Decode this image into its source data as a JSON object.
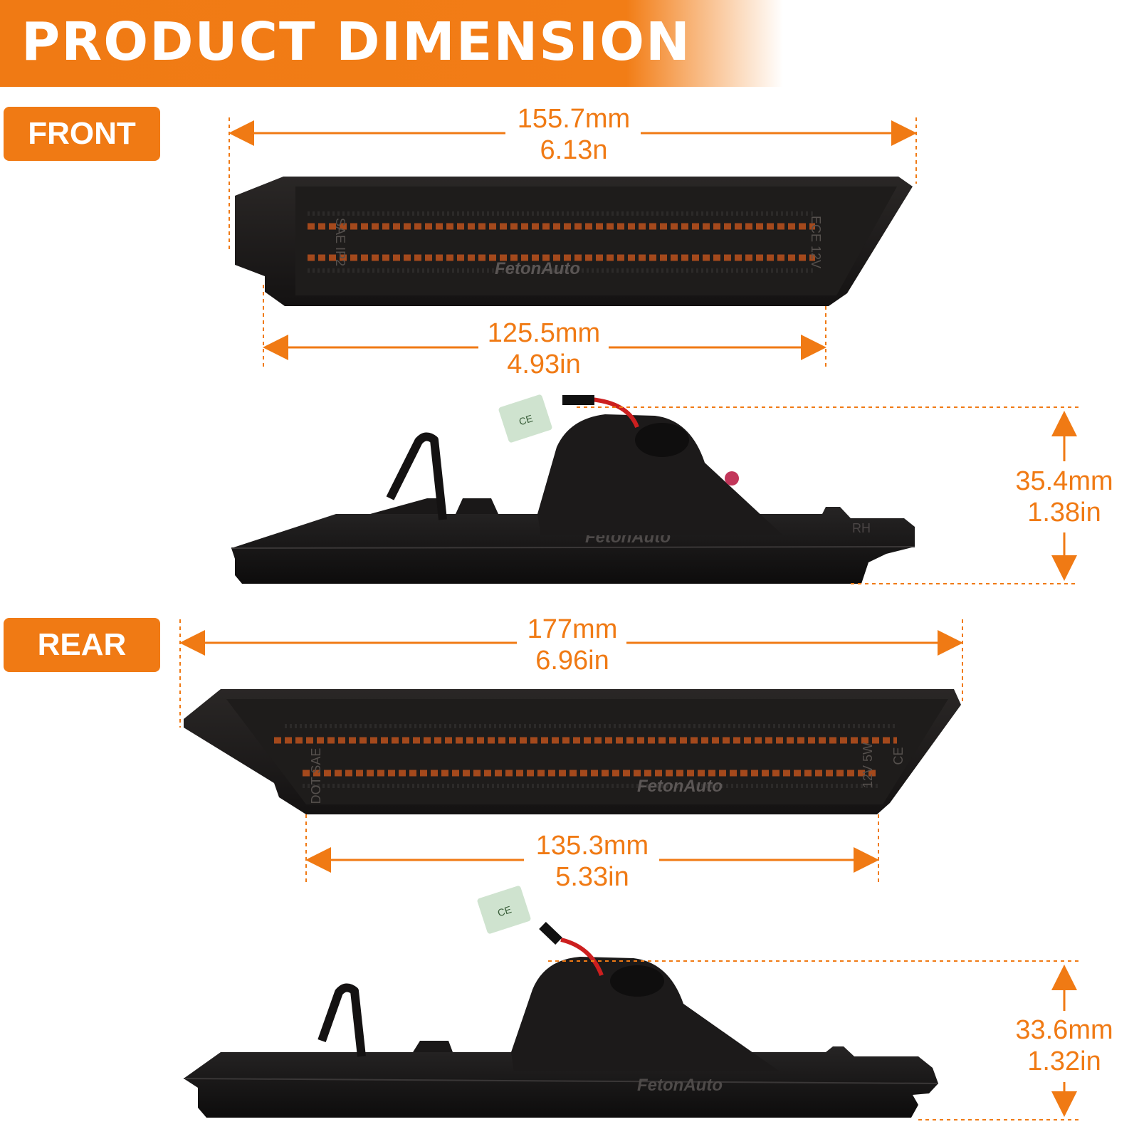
{
  "banner": {
    "title": "PRODUCT  DIMENSION"
  },
  "front": {
    "badge": "FRONT",
    "overall_length": {
      "mm": "155.7mm",
      "in": "6.13n"
    },
    "base_length": {
      "mm": "125.5mm",
      "in": "4.93in"
    },
    "height": {
      "mm": "35.4mm",
      "in": "1.38in"
    },
    "lens_markings": {
      "left": "SAE IP2",
      "right": "ECE 12V",
      "side_tag": "RH"
    },
    "connector_mark": "CE"
  },
  "rear": {
    "badge": "REAR",
    "overall_length": {
      "mm": "177mm",
      "in": "6.96in"
    },
    "base_length": {
      "mm": "135.3mm",
      "in": "5.33in"
    },
    "height": {
      "mm": "33.6mm",
      "in": "1.32in"
    },
    "lens_markings": {
      "left": "DOT SAE",
      "right": "12V 5W",
      "ce": "CE"
    },
    "connector_mark": "CE"
  },
  "brand": "FetonAuto",
  "colors": {
    "accent": "#f07a14",
    "lens": "#1c1a1a",
    "led": "#b8531e"
  }
}
